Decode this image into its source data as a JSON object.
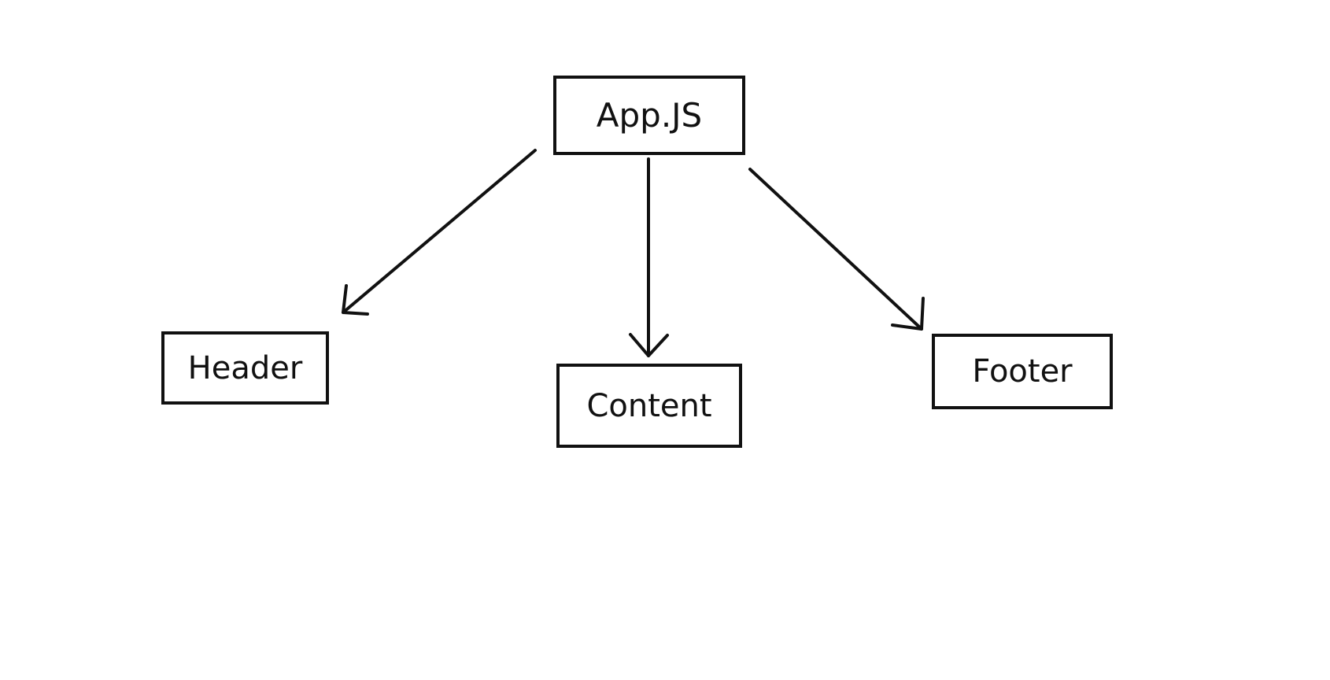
{
  "diagram": {
    "nodes": [
      {
        "id": "app",
        "label": "App.JS"
      },
      {
        "id": "header",
        "label": "Header"
      },
      {
        "id": "content",
        "label": "Content"
      },
      {
        "id": "footer",
        "label": "Footer"
      }
    ],
    "edges": [
      {
        "from": "app",
        "to": "header"
      },
      {
        "from": "app",
        "to": "content"
      },
      {
        "from": "app",
        "to": "footer"
      }
    ],
    "colors": {
      "stroke": "#111111",
      "background": "#ffffff"
    }
  }
}
